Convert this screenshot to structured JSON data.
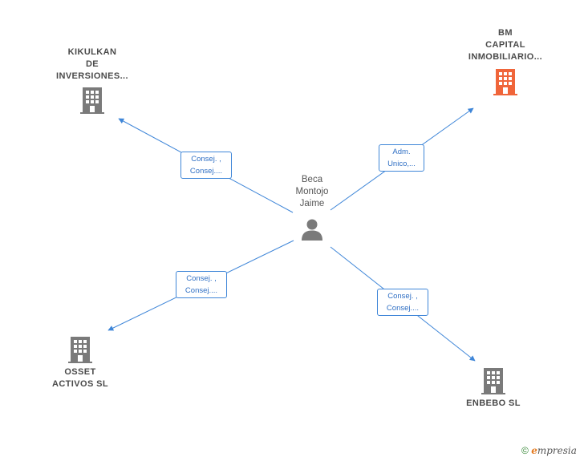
{
  "center": {
    "label": "Beca\nMontojo\nJaime",
    "icon": "person-icon"
  },
  "companies": [
    {
      "id": "kikulkan",
      "label": "KIKULKAN\nDE\nINVERSIONES...",
      "icon": "building-icon",
      "color": "#7a7a7a"
    },
    {
      "id": "bm-capital",
      "label": "BM\nCAPITAL\nINMOBILIARIO...",
      "icon": "building-icon",
      "color": "#f0653a"
    },
    {
      "id": "osset",
      "label": "OSSET\nACTIVOS  SL",
      "icon": "building-icon",
      "color": "#7a7a7a"
    },
    {
      "id": "enbebo",
      "label": "ENBEBO SL",
      "icon": "building-icon",
      "color": "#7a7a7a"
    }
  ],
  "relations": [
    {
      "to": "kikulkan",
      "label": "Consej. ,\nConsej...."
    },
    {
      "to": "bm-capital",
      "label": "Adm.\nUnico,..."
    },
    {
      "to": "osset",
      "label": "Consej. ,\nConsej...."
    },
    {
      "to": "enbebo",
      "label": "Consej. ,\nConsej...."
    }
  ],
  "colors": {
    "edge": "#3f86d8",
    "person": "#7a7a7a",
    "highlight": "#f0653a"
  },
  "footer": {
    "copyright": "©",
    "brand_initial": "e",
    "brand_rest": "mpresia"
  }
}
